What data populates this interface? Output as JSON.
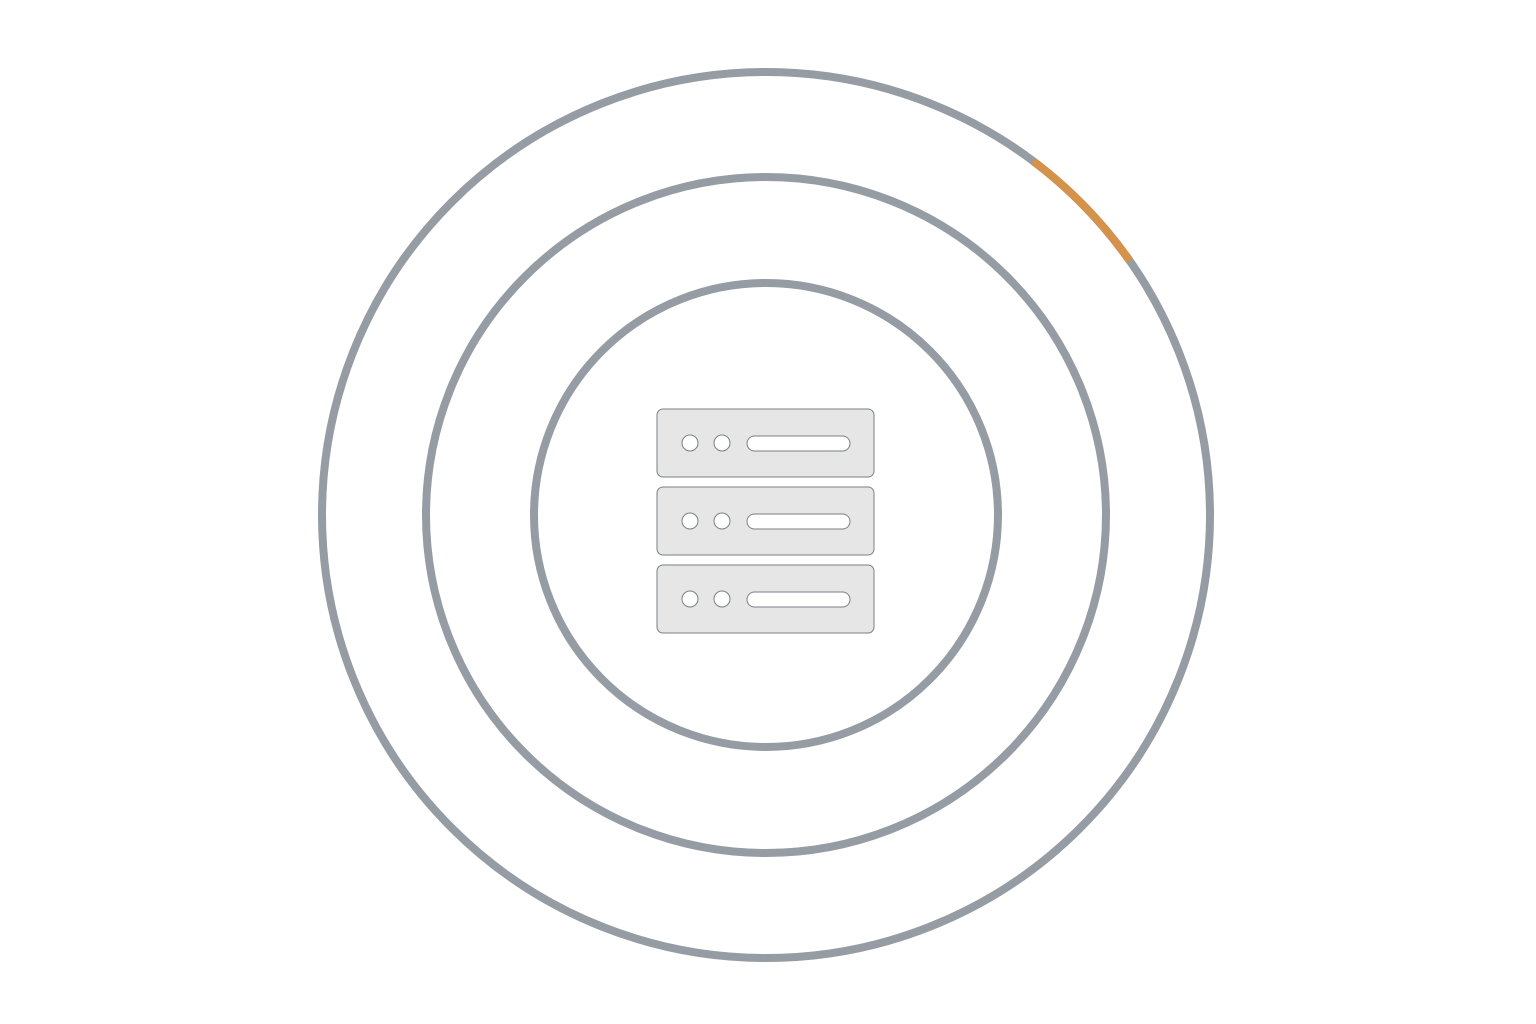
{
  "colors": {
    "background": "#ffffff",
    "ring": "#959ca3",
    "highlight_arc": "#d4924a",
    "server_fill": "#e6e6e6",
    "server_stroke": "#7a7f84",
    "detail_fill": "#ffffff"
  },
  "diagram": {
    "rings": [
      {
        "name": "inner-ring"
      },
      {
        "name": "middle-ring"
      },
      {
        "name": "outer-ring",
        "highlighted_segment": true
      }
    ],
    "center_icon": "server-rack-icon",
    "server_units": 3
  }
}
